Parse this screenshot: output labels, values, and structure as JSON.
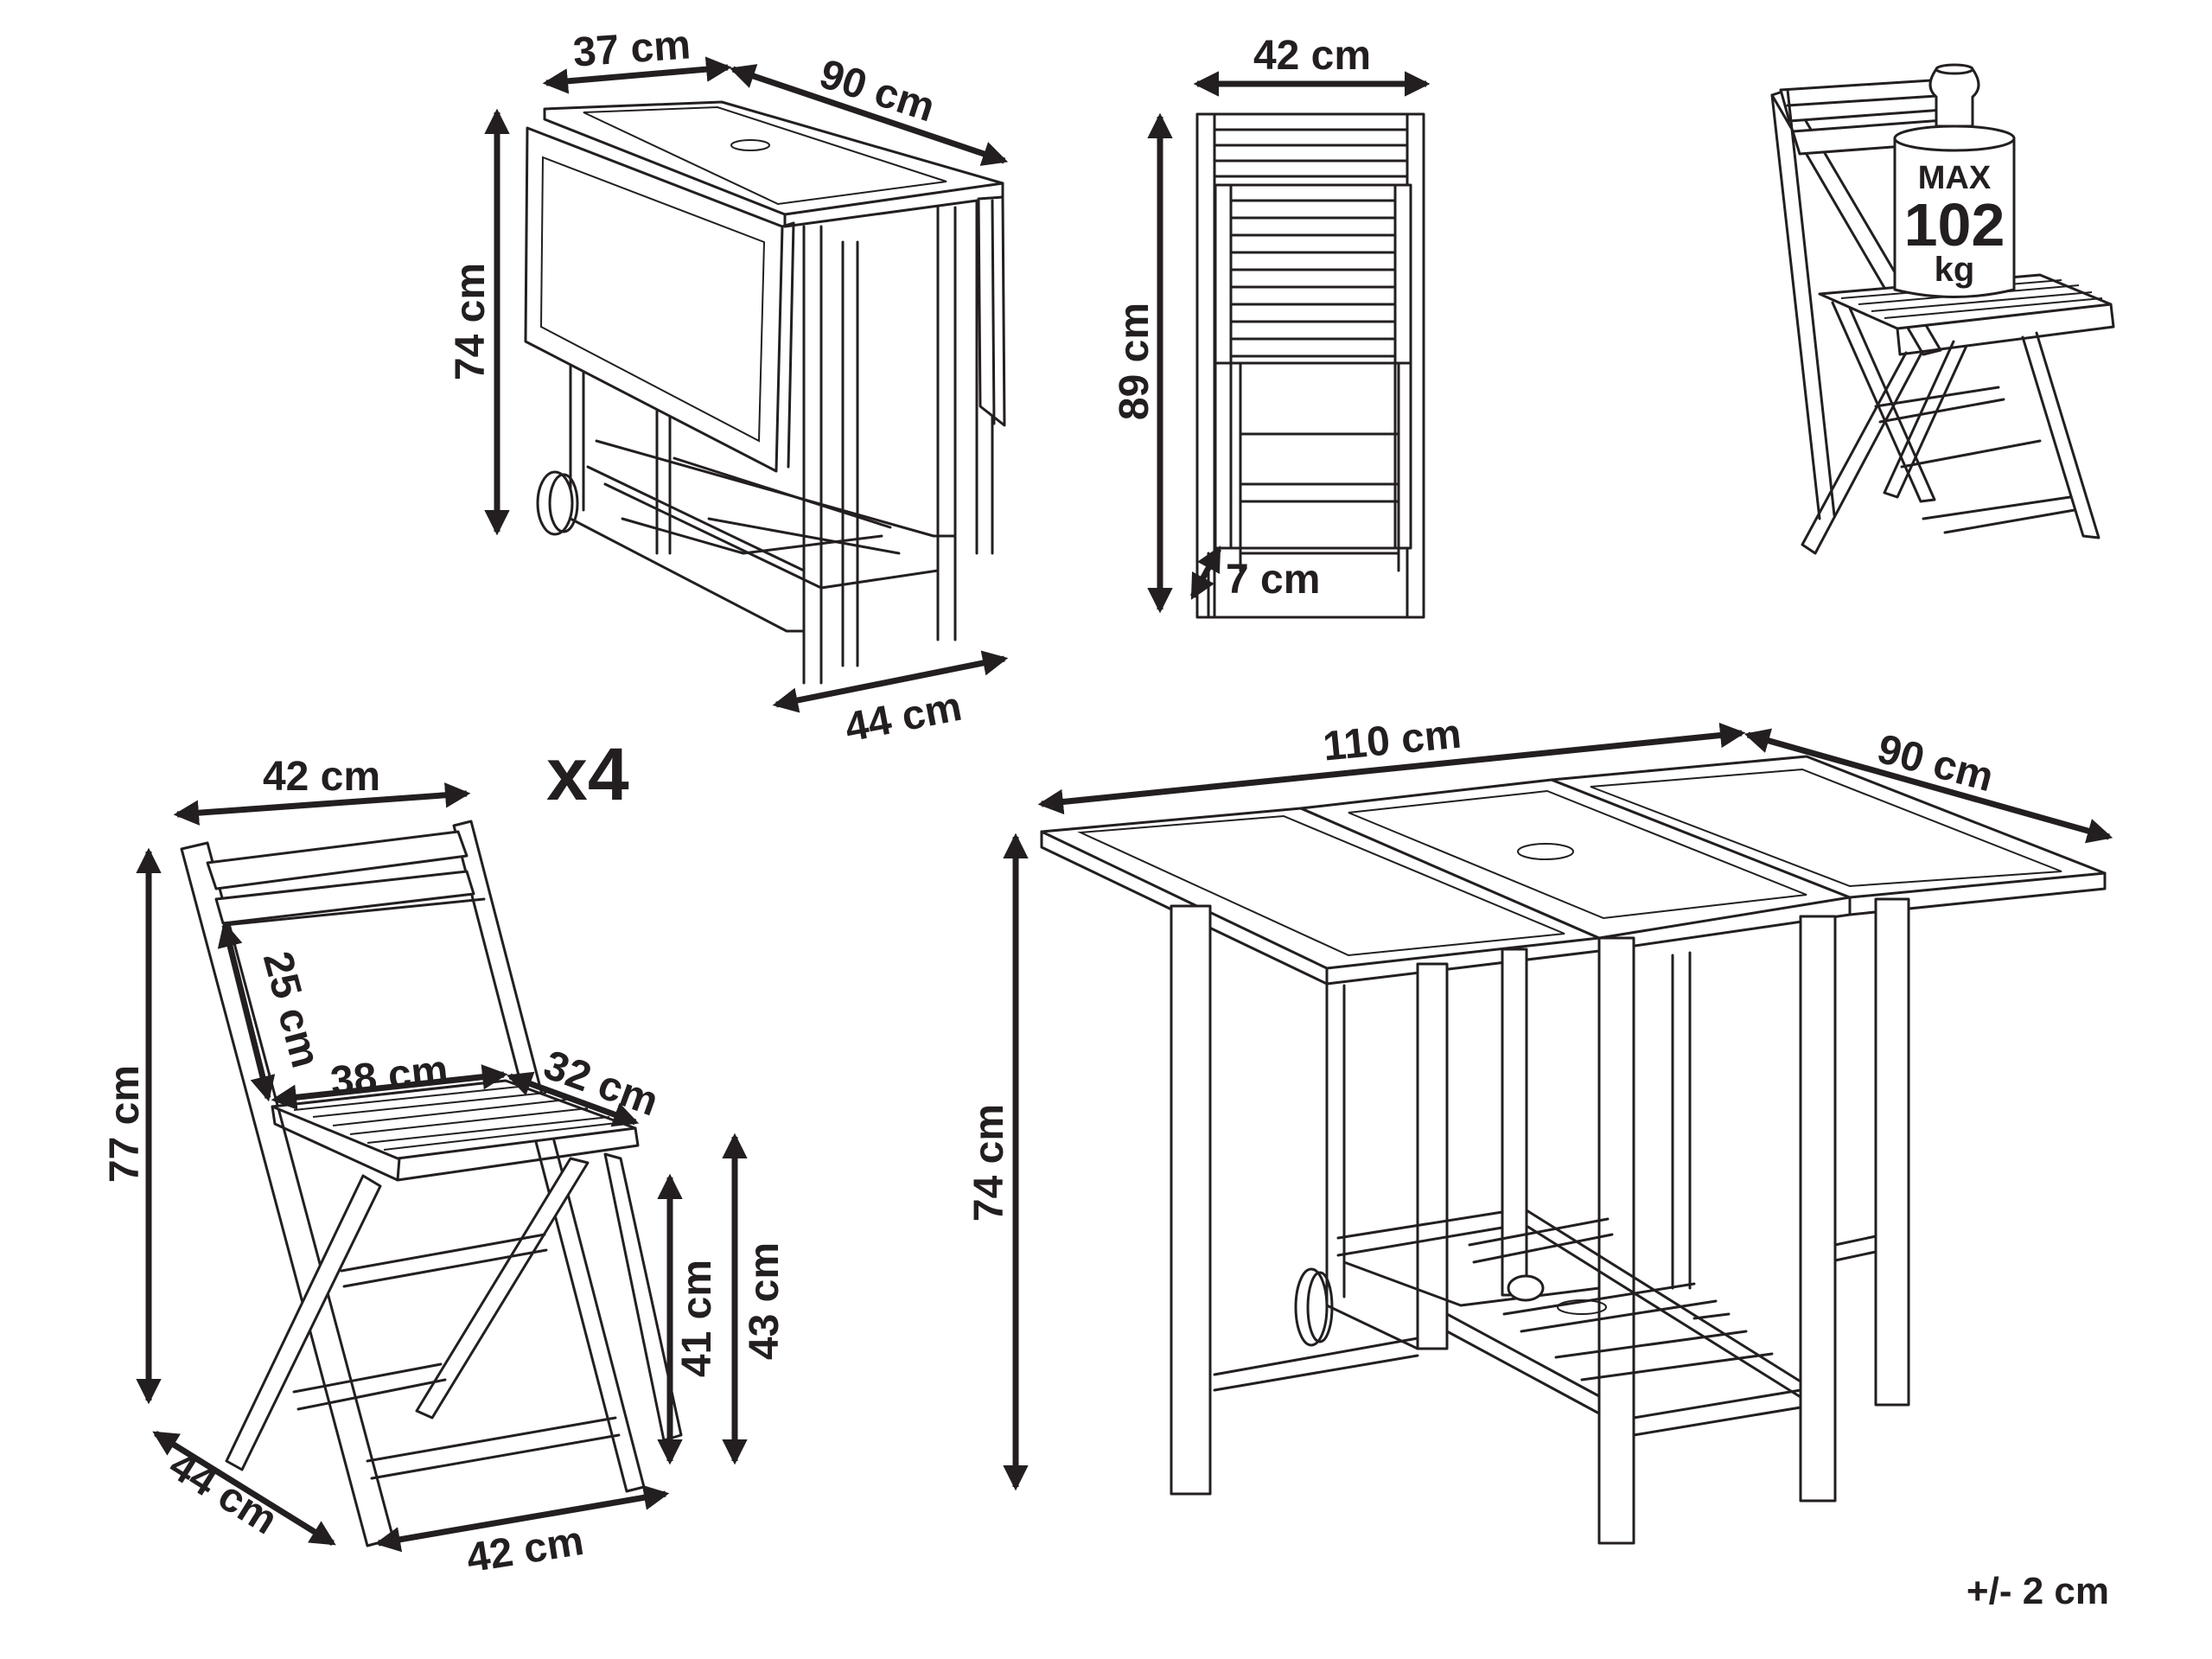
{
  "labels": {
    "folded_table_width": "37 cm",
    "folded_table_length": "90 cm",
    "folded_table_height": "74 cm",
    "folded_table_depth": "44 cm",
    "folded_chair_width": "42 cm",
    "folded_chair_height": "89 cm",
    "folded_chair_thickness": "7 cm",
    "max_label": "MAX",
    "max_value": "102",
    "max_unit": "kg",
    "chair_quantity": "x4",
    "chair_top_width": "42 cm",
    "chair_back_height": "25 cm",
    "chair_seat_width": "38 cm",
    "chair_seat_depth": "32 cm",
    "chair_total_height": "77 cm",
    "chair_seat_height_front": "41 cm",
    "chair_seat_height_back": "43 cm",
    "chair_base_depth": "44 cm",
    "chair_base_width": "42 cm",
    "table_open_length": "110 cm",
    "table_open_width": "90 cm",
    "table_open_height": "74 cm",
    "tolerance": "+/- 2 cm"
  },
  "colors": {
    "line": "#231f20",
    "background": "#ffffff"
  }
}
